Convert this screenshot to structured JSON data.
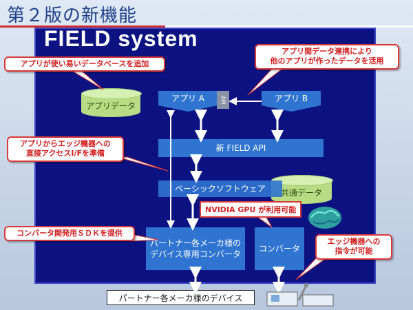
{
  "slide_title": "第２版の新機能",
  "board_title": "FIELD system",
  "nodes": {
    "app_data": "アプリデータ",
    "app_a": "アプリ A",
    "api_tab": "API",
    "app_b": "アプリ B",
    "field_api": "新 FIELD API",
    "basic_software": "ベーシックソフトウェア",
    "common_data": "共通データ",
    "partner_converter_line1": "パートナー各メーカ様の",
    "partner_converter_line2": "デバイス専用コンバータ",
    "converter": "コンバータ",
    "partner_devices": "パートナー各メーカ様のデバイス"
  },
  "callouts": {
    "database": "アプリが使い易いデータベースを追加",
    "app_linkage_line1": "アプリ間データ連携により",
    "app_linkage_line2": "他のアプリが作ったデータを活用",
    "edge_access_line1": "アプリからエッジ機器への",
    "edge_access_line2": "直接アクセスI/Fを準備",
    "sdk": "コンバータ開発用ＳＤＫを提供",
    "gpu": "NVIDIA GPU が利用可能",
    "edge_command_line1": "エッジ機器への",
    "edge_command_line2": "指令が可能"
  },
  "colors": {
    "board": "#0d1282",
    "box": "#2f74d0",
    "cylinder": "#b7dc83",
    "callout_text": "#d21e1e",
    "arrow": "#ffffff"
  }
}
